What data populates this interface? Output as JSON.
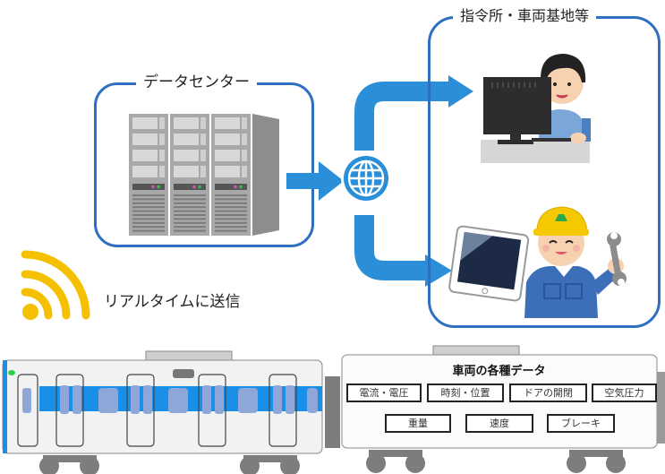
{
  "diagram": {
    "data_center": {
      "title": "データセンター",
      "icon": "server-rack-icon"
    },
    "destinations": {
      "title": "指令所・車両基地等",
      "items": [
        {
          "label": "operator-at-computer",
          "icon": "computer-operator-icon"
        },
        {
          "label": "maintenance-worker-with-tablet",
          "icon": "maintenance-worker-icon"
        }
      ]
    },
    "network": {
      "icon": "globe-icon"
    },
    "transmission": {
      "label": "リアルタイムに送信",
      "icon": "wireless-signal-icon"
    },
    "vehicle_data": {
      "heading": "車両の各種データ",
      "items_row1": [
        "電流・電圧",
        "時刻・位置",
        "ドアの開閉",
        "空気圧力"
      ],
      "items_row2": [
        "重量",
        "速度",
        "ブレーキ"
      ]
    },
    "colors": {
      "accent_blue": "#2a8fd8",
      "box_border": "#2f6fc1",
      "signal_yellow": "#f5c000",
      "train_stripe": "#1a8fe8"
    }
  }
}
